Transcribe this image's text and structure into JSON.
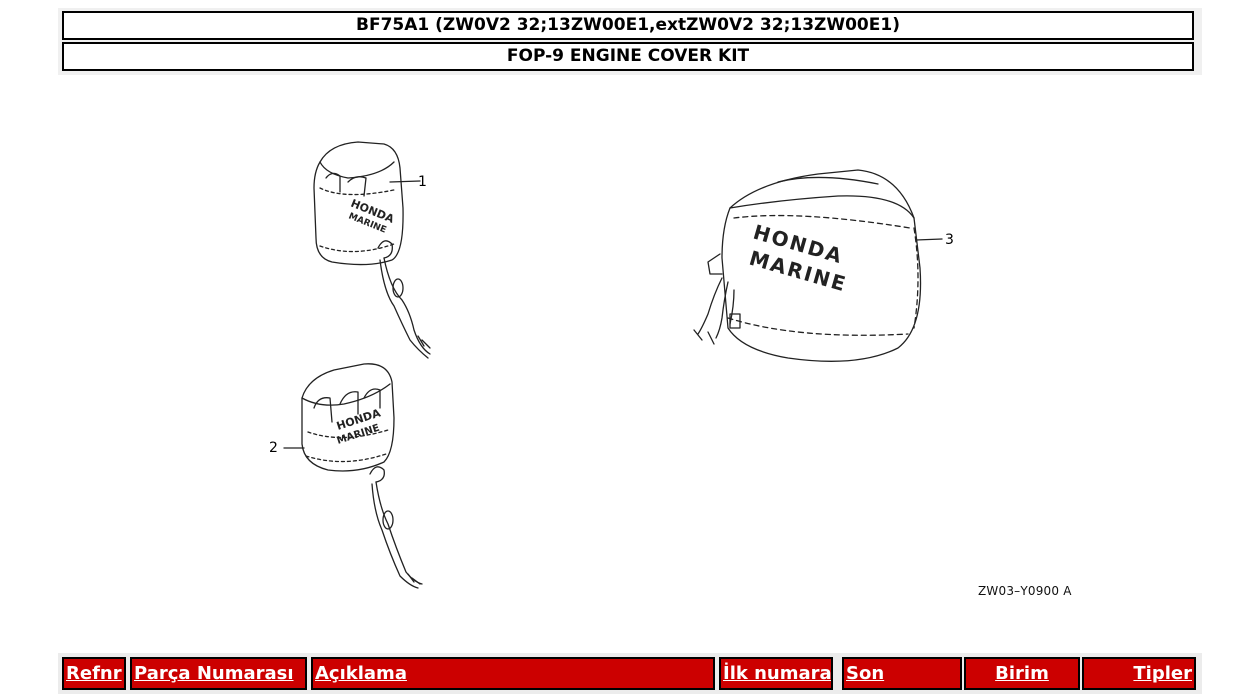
{
  "header": {
    "model_title": "BF75A1 (ZW0V2 32;13ZW00E1,extZW0V2 32;13ZW00E1)",
    "section_title": "FOP-9 ENGINE COVER KIT"
  },
  "diagram": {
    "callouts": [
      "1",
      "2",
      "3"
    ],
    "reference_code": "ZW03–Y0900 A",
    "cover_text_line1": "HONDA",
    "cover_text_line2": "MARINE"
  },
  "table": {
    "columns": [
      "Refnr",
      "Parça Numarası",
      "Açıklama",
      "İlk numara",
      "Son",
      "Birim",
      "Tipler"
    ]
  },
  "colors": {
    "header_red": "#cc0000",
    "border": "#000000"
  }
}
